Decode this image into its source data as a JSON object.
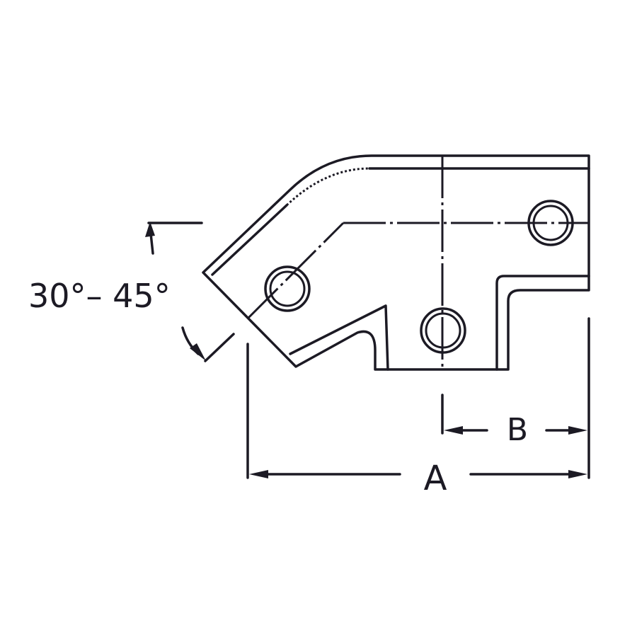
{
  "drawing": {
    "angle_label": "30°– 45°",
    "dimension_a": "A",
    "dimension_b": "B"
  }
}
